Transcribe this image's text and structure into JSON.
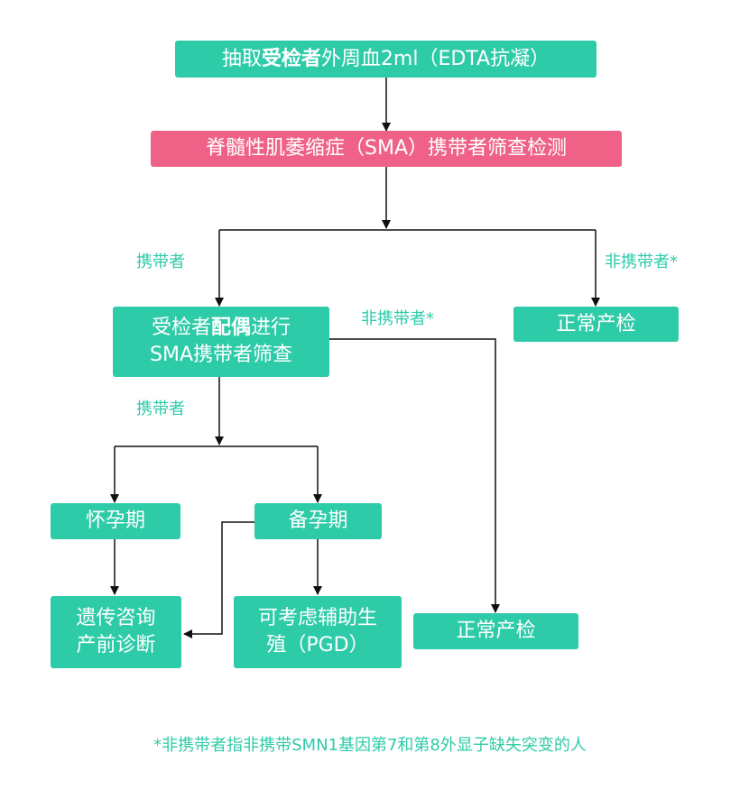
{
  "nodes": {
    "draw_blood": {
      "pre": "抽取",
      "bold": "受检者",
      "post": "外周血2ml（EDTA抗凝）"
    },
    "sma_test": "脊髓性肌萎缩症（SMA）携带者筛查检测",
    "spouse_test": {
      "pre": "受检者",
      "bold": "配偶",
      "post": "进行",
      "line2": "SMA携带者筛查"
    },
    "prenatal_right": "正常产检",
    "pregnant": "怀孕期",
    "preparing": "备孕期",
    "counseling": {
      "line1": "遗传咨询",
      "line2": "产前诊断"
    },
    "pgd": {
      "line1": "可考虑辅助生",
      "line2": "殖（PGD）"
    },
    "prenatal_mid": "正常产检"
  },
  "edge_labels": {
    "carrier_1": "携带者",
    "non_carrier_1": "非携带者*",
    "non_carrier_2": "非携带者*",
    "carrier_2": "携带者"
  },
  "footnote": "*非携带者指非携带SMN1基因第7和第8外显子缺失突变的人",
  "colors": {
    "accent": "#2ecba8",
    "highlight": "#ef6187",
    "line": "#111111"
  }
}
